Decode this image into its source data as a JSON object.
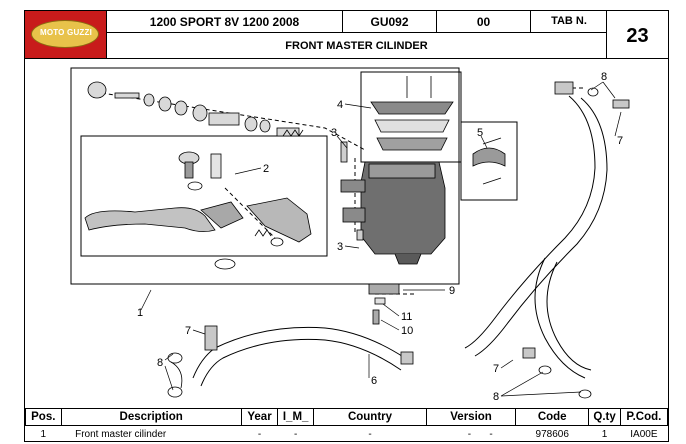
{
  "header": {
    "logo_text": "MOTO GUZZI",
    "model": "1200 SPORT 8V 1200 2008",
    "code": "GU092",
    "revision": "00",
    "tab_label": "TAB N.",
    "tab_number": "23",
    "title": "FRONT MASTER CILINDER"
  },
  "callouts": [
    "1",
    "2",
    "3",
    "3",
    "4",
    "5",
    "6",
    "7",
    "7",
    "7",
    "8",
    "8",
    "8",
    "9",
    "10",
    "11"
  ],
  "table": {
    "headers": [
      "Pos.",
      "Description",
      "Year",
      "I_M_",
      "Country",
      "Version",
      "Code",
      "Q.ty",
      "P.Cod."
    ],
    "rows": [
      [
        "1",
        "Front master cilinder",
        "-",
        "-",
        "-",
        "-",
        "-",
        "978606",
        "1",
        "IA00E"
      ]
    ]
  },
  "colors": {
    "logo_red": "#c81b1b",
    "logo_gold": "#e8c24a"
  }
}
